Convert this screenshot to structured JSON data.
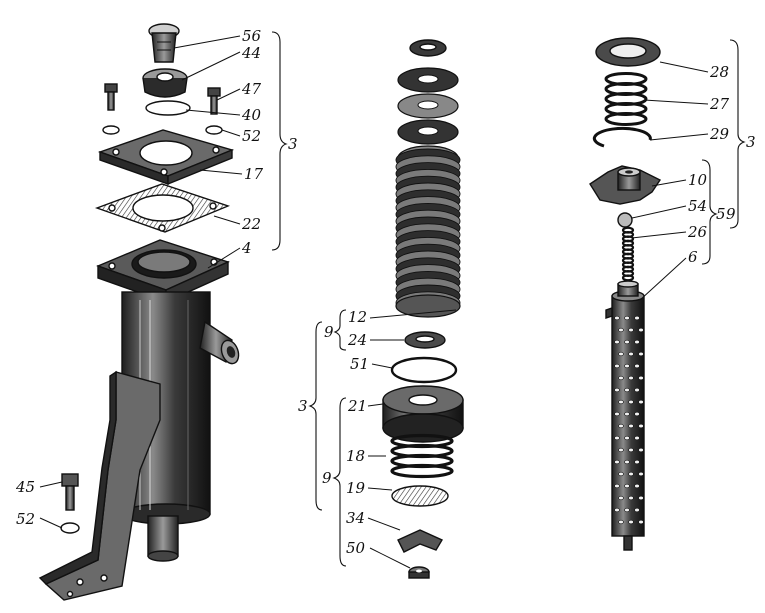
{
  "colors": {
    "ink": "#111111",
    "paper": "#ffffff",
    "shade": "#2b2b2b",
    "mid": "#8a8a8a",
    "light": "#cfcfcf"
  },
  "left_assembly": {
    "labels": {
      "p56": "56",
      "p44": "44",
      "p47": "47",
      "p40": "40",
      "p52": "52",
      "p17": "17",
      "p22": "22",
      "p4": "4",
      "p45": "45",
      "p52b": "52",
      "group3": "3"
    }
  },
  "middle_assembly": {
    "labels": {
      "p12": "12",
      "p24": "24",
      "p51": "51",
      "p21": "21",
      "p18": "18",
      "p19": "19",
      "p34": "34",
      "p50": "50",
      "group9a": "9",
      "group9b": "9",
      "group3": "3"
    }
  },
  "right_assembly": {
    "labels": {
      "p28": "28",
      "p27": "27",
      "p29": "29",
      "p10": "10",
      "p54": "54",
      "p26": "26",
      "p6": "6",
      "group3": "3",
      "group5": "5",
      "group9": "9"
    }
  }
}
